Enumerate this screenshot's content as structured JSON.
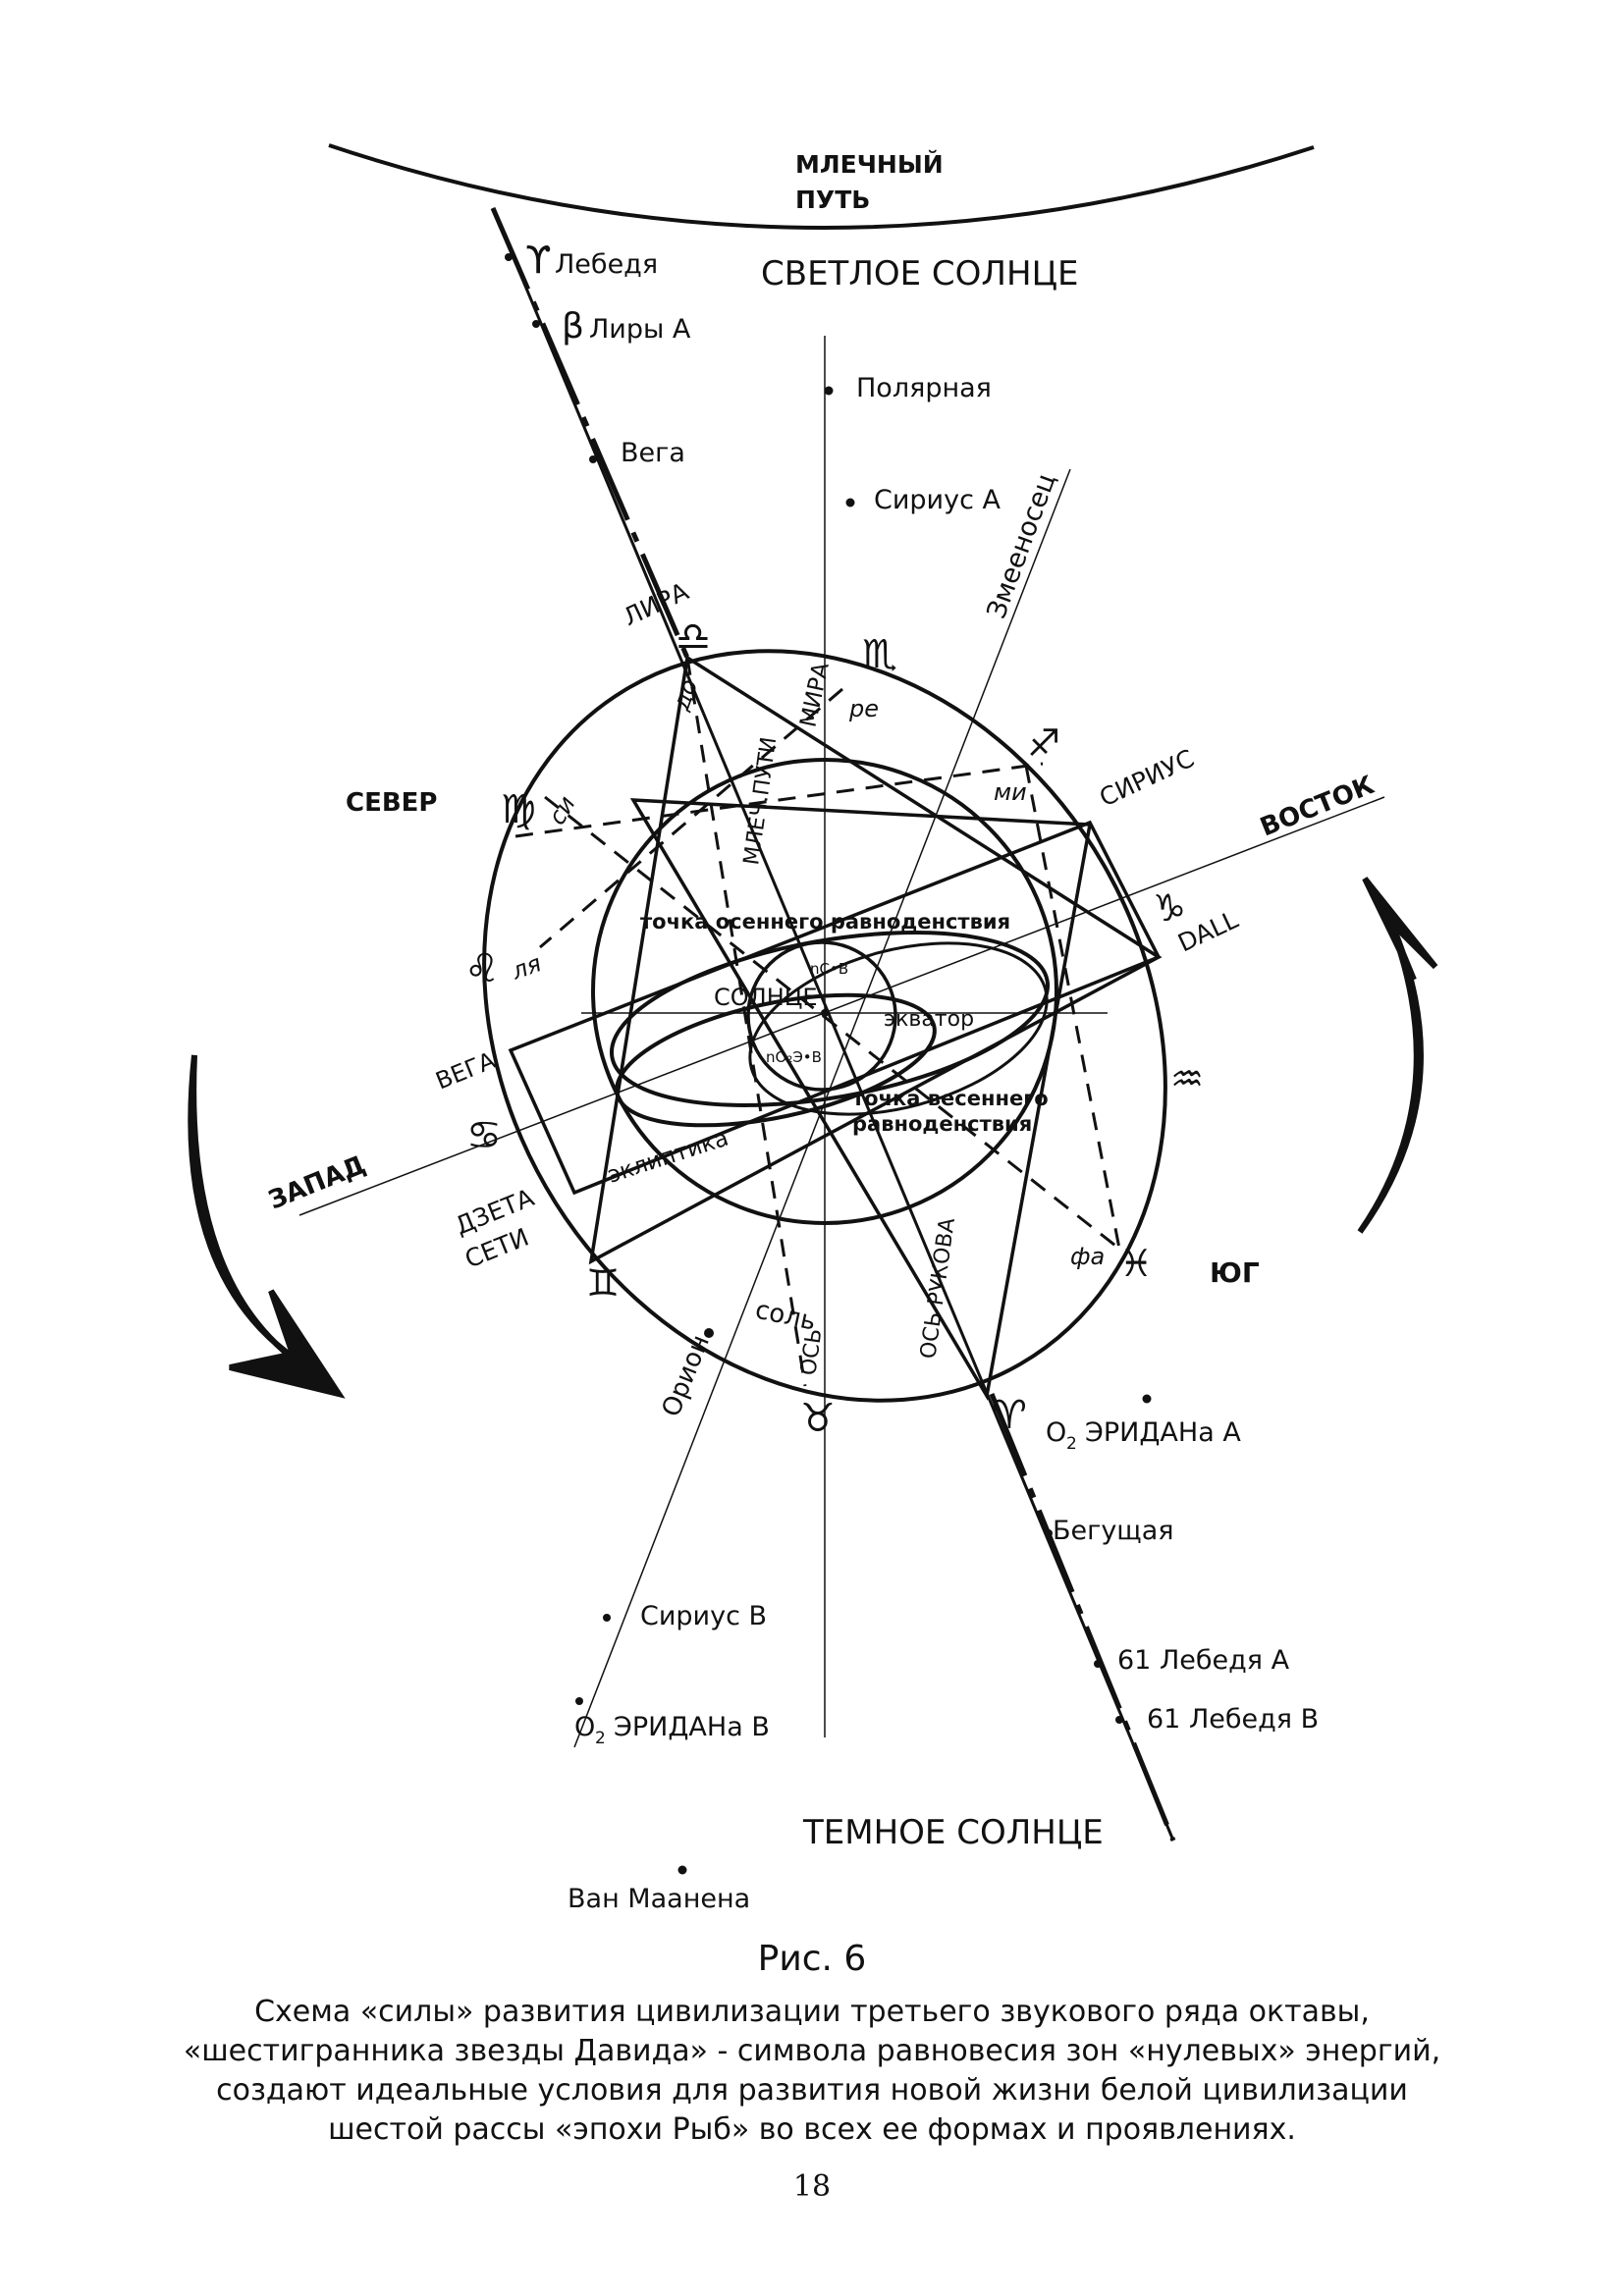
{
  "diagram": {
    "milky_way": [
      "МЛЕЧНЫЙ",
      "ПУТЬ"
    ],
    "light_sun": "СВЕТЛОЕ СОЛНЦЕ",
    "dark_sun": "ТЕМНОЕ СОЛНЦЕ",
    "directions": {
      "north": "СЕВЕР",
      "east": "ВОСТОК",
      "west": "ЗАПАД",
      "south": "ЮГ"
    },
    "stars": {
      "gamma_cygni": "Лебедя",
      "gamma_symbol": "ϒ",
      "beta_lyrae": "Лиры А",
      "beta_symbol": "β",
      "vega": "Вега",
      "polaris": "Полярная",
      "sirius_a": "Сириус А",
      "o2_eridani_a": "ЭРИДАНа А",
      "runaway": "Бегущая",
      "cygni_61_a": "61 Лебедя А",
      "cygni_61_b": "61 Лебедя В",
      "sirius_b": "Сириус В",
      "o2_eridani_b": "ЭРИДАНа В",
      "van_maanen": "Ван Маанена",
      "o2_prefix": "O",
      "o2_sub": "2"
    },
    "axis_labels": {
      "ophiuchus": "Змееносец",
      "lyra": "ЛИРА",
      "mira": "МИРА",
      "milky_way_axis": "МЛЕЧ.ПУТИ",
      "sirius": "СИРИУС",
      "dall": "DALL",
      "vega_axis": "ВЕГА",
      "zeta_reticuli": [
        "ДЗЕТА",
        "СЕТИ"
      ],
      "orion": "Орион",
      "axis": "ОСЬ",
      "sol": "соль",
      "axis_rukova": "ОСЬ  РУКОВА",
      "ecliptic": "эклиптика",
      "equator": "экватор",
      "sun": "СОЛНЦЕ",
      "autumn_equinox": "точка осеннего равноденствия",
      "spring_equinox": [
        "точка весеннего",
        "равноденствия"
      ],
      "nsb": "nС•В",
      "no2eb": "nO₂Э•В"
    },
    "notes": {
      "do": "до",
      "re": "ре",
      "mi": "ми",
      "fa": "фа",
      "si": "си",
      "la": "ля"
    },
    "zodiac": {
      "libra": "♎",
      "scorpio": "♏",
      "sagittarius": "♐",
      "capricorn": "♑",
      "aquarius": "♒",
      "pisces": "♓",
      "aries": "♈",
      "taurus": "♉",
      "gemini": "♊",
      "cancer": "♋",
      "leo": "♌",
      "virgo": "♍"
    }
  },
  "caption": {
    "figure": "Рис. 6",
    "lines": [
      "Схема «силы» развития цивилизации третьего звукового ряда октавы,",
      "«шестигранника звезды Давида» - символа равновесия зон «нулевых» энергий,",
      "создают идеальные условия для развития новой жизни белой цивилизации",
      "шестой рассы «эпохи Рыб» во всех ее формах и проявлениях."
    ]
  },
  "page_number": "18"
}
